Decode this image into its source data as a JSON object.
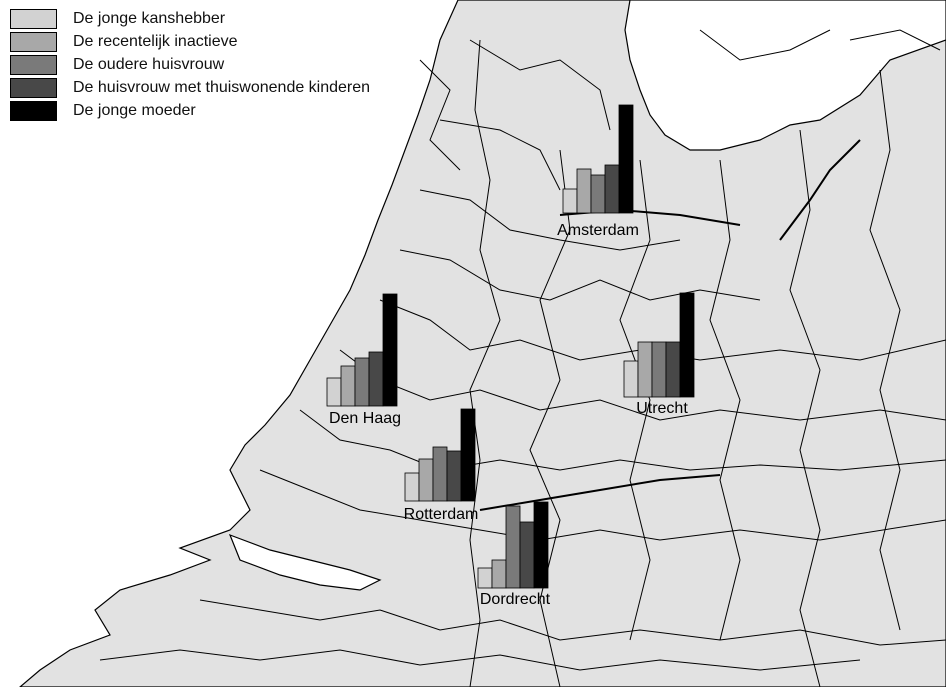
{
  "legend": {
    "items": [
      {
        "label": "De jonge kanshebber",
        "color": "#d2d2d2"
      },
      {
        "label": "De recentelijk inactieve",
        "color": "#a8a8a8"
      },
      {
        "label": "De oudere huisvrouw",
        "color": "#7a7a7a"
      },
      {
        "label": "De huisvrouw met thuiswonende kinderen",
        "color": "#484848"
      },
      {
        "label": "De jonge moeder",
        "color": "#000000"
      }
    ]
  },
  "colors": {
    "land": "#e2e2e2",
    "water": "#ffffff",
    "border": "#000000"
  },
  "chart_data": {
    "type": "bar",
    "categories": [
      "De jonge kanshebber",
      "De recentelijk inactieve",
      "De oudere huisvrouw",
      "De huisvrouw met thuiswonende kinderen",
      "De jonge moeder"
    ],
    "series": [
      {
        "name": "Amsterdam",
        "values": [
          24,
          44,
          38,
          48,
          108
        ]
      },
      {
        "name": "Den Haag",
        "values": [
          28,
          40,
          48,
          54,
          112
        ]
      },
      {
        "name": "Utrecht",
        "values": [
          36,
          55,
          55,
          55,
          104
        ]
      },
      {
        "name": "Rotterdam",
        "values": [
          28,
          42,
          54,
          50,
          92
        ]
      },
      {
        "name": "Dordrecht",
        "values": [
          20,
          28,
          82,
          66,
          86
        ]
      }
    ]
  }
}
